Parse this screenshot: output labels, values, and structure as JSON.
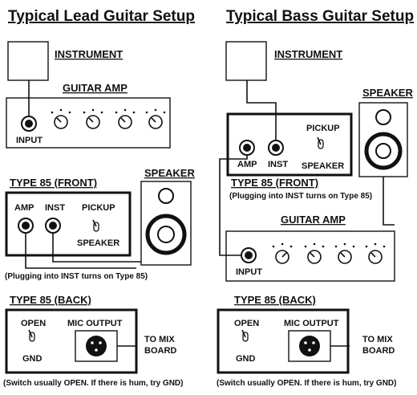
{
  "left": {
    "title": "Typical Lead Guitar Setup",
    "instrument": "INSTRUMENT",
    "guitar_amp": "GUITAR AMP",
    "input": "INPUT",
    "type85_front": "TYPE 85 (FRONT)",
    "amp": "AMP",
    "inst": "INST",
    "pickup": "PICKUP",
    "speaker_switch": "SPEAKER",
    "speaker": "SPEAKER",
    "note": "(Plugging into INST turns on Type 85)",
    "type85_back": "TYPE 85 (BACK)",
    "open": "OPEN",
    "gnd": "GND",
    "mic_output": "MIC OUTPUT",
    "to_mix_1": "TO MIX",
    "to_mix_2": "BOARD",
    "back_note": "(Switch usually OPEN. If there is hum, try GND)"
  },
  "right": {
    "title": "Typical Bass Guitar Setup",
    "instrument": "INSTRUMENT",
    "speaker": "SPEAKER",
    "pickup": "PICKUP",
    "speaker_switch": "SPEAKER",
    "amp": "AMP",
    "inst": "INST",
    "type85_front": "TYPE 85 (FRONT)",
    "note": "(Plugging into INST turns on Type 85)",
    "guitar_amp": "GUITAR AMP",
    "input": "INPUT",
    "type85_back": "TYPE 85 (BACK)",
    "open": "OPEN",
    "gnd": "GND",
    "mic_output": "MIC OUTPUT",
    "to_mix_1": "TO MIX",
    "to_mix_2": "BOARD",
    "back_note": "(Switch usually OPEN. If there is hum, try GND)"
  }
}
